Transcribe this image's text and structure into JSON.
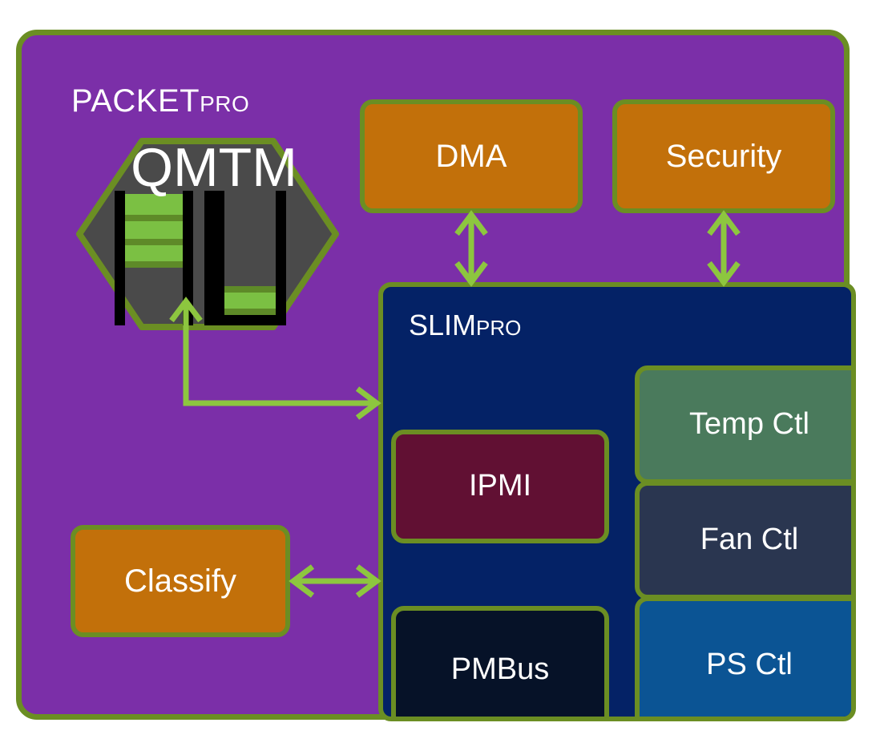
{
  "diagram": {
    "title": "PacketPro / SlimPro block diagram",
    "background": "#FFFFFF"
  },
  "colors": {
    "green_border": "#6B8E23",
    "purple": "#7B2FA8",
    "orange": "#C2700A",
    "navy": "#042266",
    "dark_navy": "#061228",
    "dark_red": "#611033",
    "teal_green": "#4A7A5C",
    "slate": "#2A3650",
    "blue": "#0B5494",
    "hex_gray": "#4A4A4A",
    "queue_green": "#7BC043",
    "queue_green_dark": "#5E8A28",
    "arrow_green": "#8DC63F",
    "text_white": "#FFFFFF",
    "queue_black": "#000000"
  },
  "packetpro": {
    "label_main": "PACKET",
    "label_small": "PRO",
    "qmtm": {
      "label": "QMTM",
      "shape": "hexagon",
      "queues": [
        {
          "name": "queue-1",
          "segments": 3,
          "fill_position": "top",
          "state": "filled"
        },
        {
          "name": "queue-2",
          "segments": 0,
          "fill_position": "none",
          "state": "empty"
        },
        {
          "name": "queue-3",
          "segments": 1,
          "fill_position": "bottom",
          "state": "partial"
        }
      ]
    },
    "blocks": [
      {
        "id": "dma",
        "label": "DMA"
      },
      {
        "id": "security",
        "label": "Security"
      },
      {
        "id": "classify",
        "label": "Classify"
      }
    ]
  },
  "slimpro": {
    "label_main": "SLIM",
    "label_small": "PRO",
    "blocks": [
      {
        "id": "ipmi",
        "label": "IPMI"
      },
      {
        "id": "pmbus",
        "label": "PMBus"
      },
      {
        "id": "tempctl",
        "label": "Temp Ctl"
      },
      {
        "id": "fanctl",
        "label": "Fan Ctl"
      },
      {
        "id": "psctl",
        "label": "PS Ctl"
      }
    ]
  },
  "connections": [
    {
      "name": "dma-slimpro",
      "from": "DMA",
      "to": "SLIMPRO",
      "direction": "bidirectional"
    },
    {
      "name": "security-slimpro",
      "from": "Security",
      "to": "SLIMPRO",
      "direction": "bidirectional"
    },
    {
      "name": "classify-slimpro",
      "from": "Classify",
      "to": "SLIMPRO",
      "direction": "bidirectional"
    },
    {
      "name": "slimpro-qmtm",
      "from": "SLIMPRO",
      "to": "QMTM",
      "direction": "bidirectional"
    }
  ]
}
